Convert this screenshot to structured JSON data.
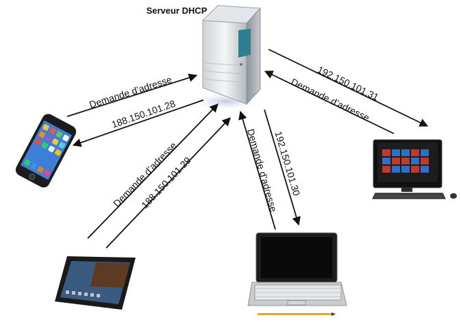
{
  "server": {
    "label": "Serveur DHCP"
  },
  "links": {
    "phone": {
      "request": "Demande d’adresse",
      "reply": "188.150.101.28"
    },
    "tablet": {
      "request": "Demande d’adresse",
      "reply": "188.150.101.29"
    },
    "laptop": {
      "request": "Demande d’adresse",
      "reply": "192.150.101.30"
    },
    "desktop": {
      "request": "Demande d’adresse",
      "reply": "192.150.101.31"
    }
  },
  "devices": {
    "phone": "smartphone",
    "tablet": "tablet",
    "laptop": "netbook",
    "desktop": "desktop-pc"
  },
  "colors": {
    "line": "#111111",
    "screen_blue": "#2f6fc8",
    "tiles_red": "#c0392b"
  }
}
